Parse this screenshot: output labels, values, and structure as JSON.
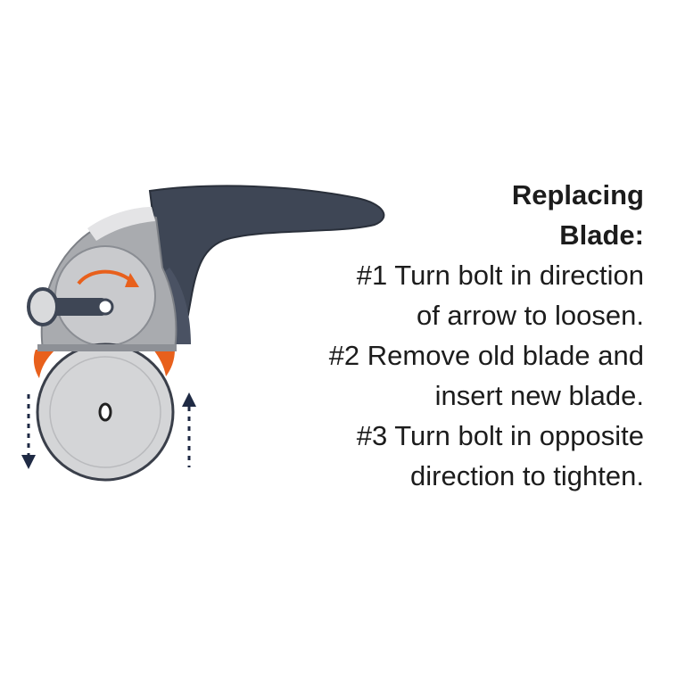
{
  "instructions": {
    "title_lines": [
      "Replacing",
      "Blade:"
    ],
    "step_lines": [
      "#1 Turn bolt in direction",
      "of arrow to loosen.",
      "#2 Remove old blade and",
      "insert new blade.",
      "#3 Turn bolt in opposite",
      "direction to tighten."
    ]
  },
  "illustration": {
    "parts": [
      "handle",
      "blade-guard",
      "blade",
      "bolt",
      "loosen-arrow"
    ],
    "colors": {
      "handle": "#3e4655",
      "guard": "#a9abaf",
      "blade": "#d4d5d7",
      "accent": "#e8601c",
      "arrow": "#3e4655"
    }
  }
}
